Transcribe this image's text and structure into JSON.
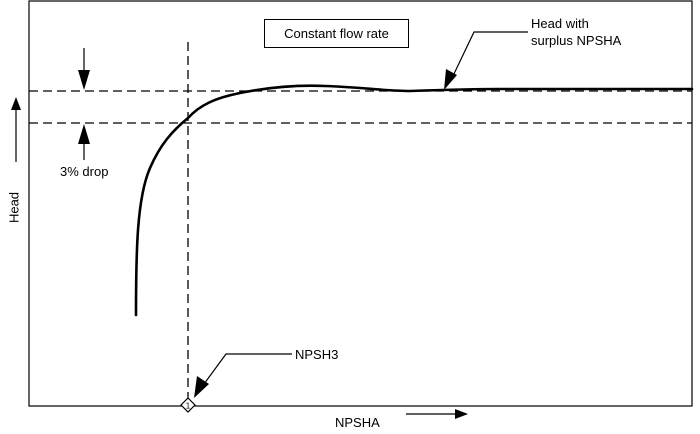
{
  "diagram": {
    "condition_label": "Constant flow rate",
    "curve_label_line1": "Head with",
    "curve_label_line2": "surplus NPSHA",
    "drop_label": "3% drop",
    "point_label": "NPSH3",
    "y_axis_label": "Head",
    "x_axis_label": "NPSHA"
  }
}
